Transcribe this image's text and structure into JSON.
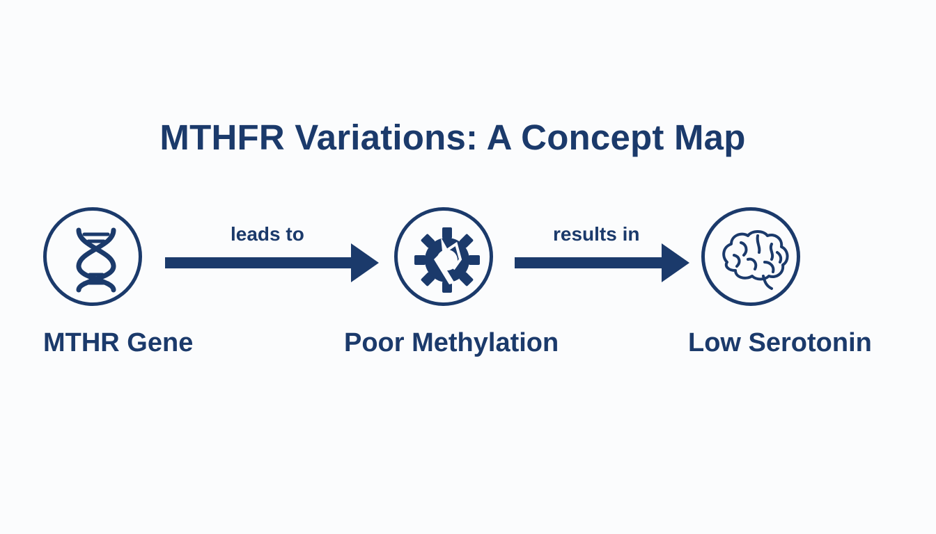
{
  "title": "MTHFR Variations: A Concept Map",
  "colors": {
    "primary": "#1b3a6b",
    "background": "#fbfcfd"
  },
  "nodes": [
    {
      "label": "MTHR Gene",
      "icon": "dna-icon"
    },
    {
      "label": "Poor Methylation",
      "icon": "broken-gear-icon"
    },
    {
      "label": "Low Serotonin",
      "icon": "brain-icon"
    }
  ],
  "edges": [
    {
      "from": "MTHR Gene",
      "to": "Poor Methylation",
      "label": "leads to"
    },
    {
      "from": "Poor Methylation",
      "to": "Low Serotonin",
      "label": "results in"
    }
  ]
}
